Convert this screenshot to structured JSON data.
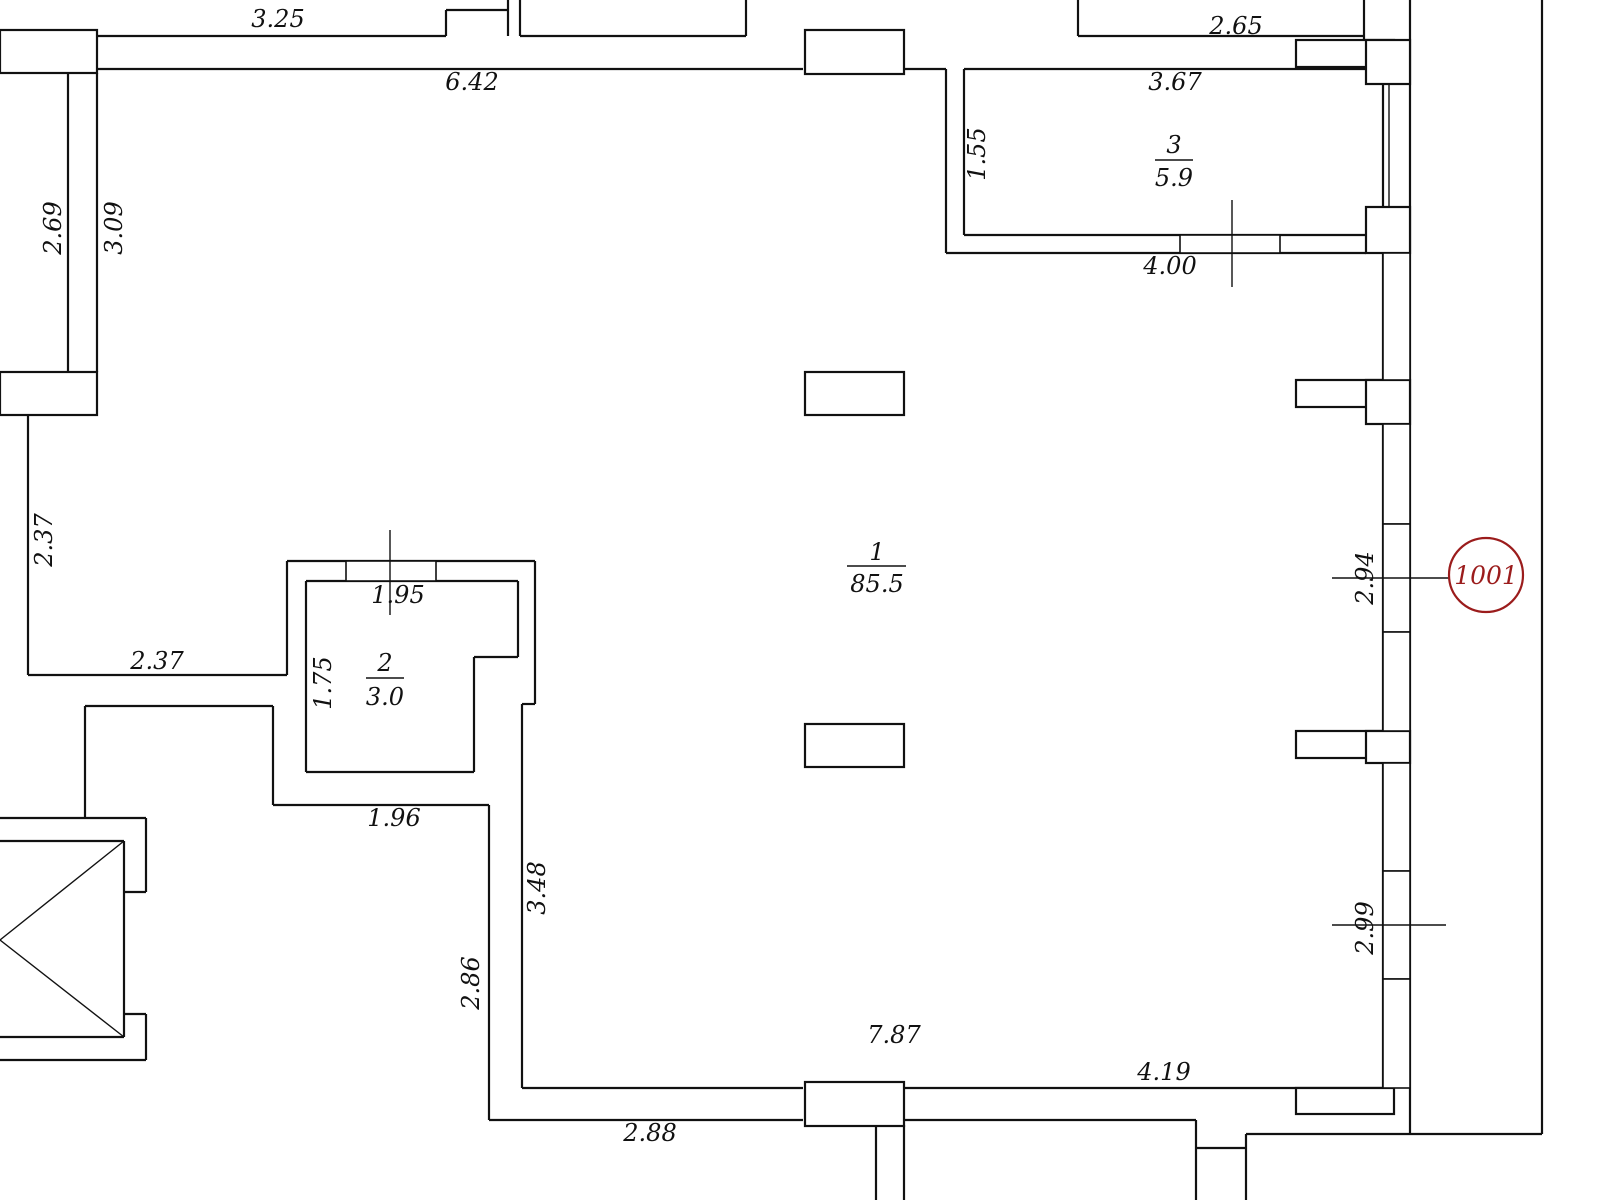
{
  "plan": {
    "marker": "1001",
    "rooms": [
      {
        "number": "1",
        "area": "85.5"
      },
      {
        "number": "2",
        "area": "3.0"
      },
      {
        "number": "3",
        "area": "5.9"
      }
    ],
    "dimensions": {
      "d_325": "3.25",
      "d_265": "2.65",
      "d_642": "6.42",
      "d_367": "3.67",
      "d_155": "1.55",
      "d_400": "4.00",
      "d_269": "2.69",
      "d_309": "3.09",
      "d_237v": "2.37",
      "d_237h": "2.37",
      "d_195": "1.95",
      "d_175": "1.75",
      "d_196": "1.96",
      "d_348": "3.48",
      "d_286": "2.86",
      "d_294": "2.94",
      "d_299": "2.99",
      "d_787": "7.87",
      "d_419": "4.19",
      "d_288": "2.88"
    }
  }
}
